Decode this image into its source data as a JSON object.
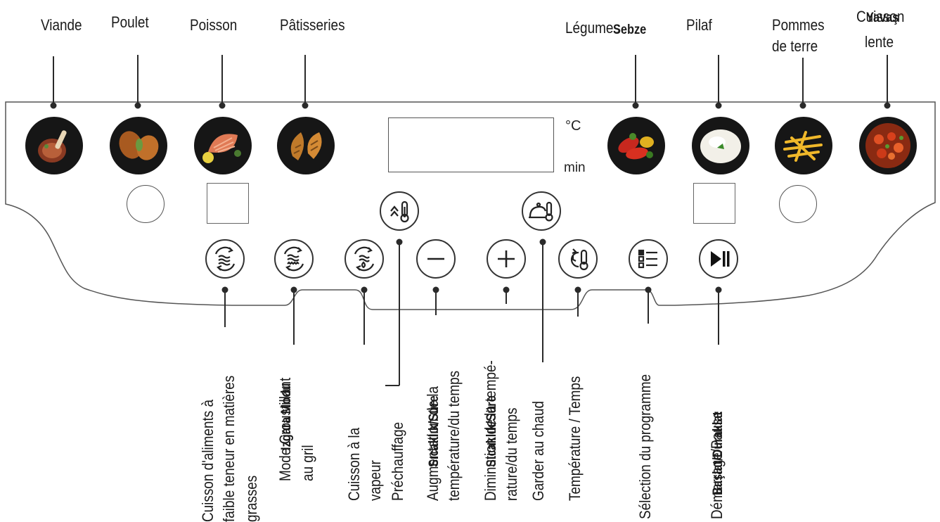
{
  "top_labels": {
    "viande": "Viande",
    "poulet": "Poulet",
    "poisson": "Poisson",
    "patisseries": "Pâtisseries",
    "legumes": "Légumes",
    "legumes_overlay": "Sebze",
    "pilaf": "Pilaf",
    "pommes_l1": "Pommes",
    "pommes_l2": "de terre",
    "cuisson_l1": "Cuisson",
    "cuisson_overlay": "Yavaş",
    "cuisson_l2": "lente"
  },
  "display_units": {
    "temp": "°C",
    "time": "min"
  },
  "bottom_labels": {
    "low_fat_l1": "Cuisson d'aliments à",
    "low_fat_l2": "faible teneur en matières",
    "low_fat_l3": "grasses",
    "grill_l1": "Mode Croustillant",
    "grill_overlay": "Izgara Modu",
    "grill_l2": "au gril",
    "steam_l1": "Cuisson à la",
    "steam_l2": "vapeur",
    "preheat": "Préchauffage",
    "increase_l1": "Augmentation de la",
    "increase_overlay": "Sıcaklık/Süre",
    "increase_l2": "température/du temps",
    "decrease_l1": "Diminution de la tempé-",
    "decrease_overlay": "Sıcaklık/Süre",
    "decrease_l2": "rature/du temps",
    "keep_warm": "Garder au chaud",
    "temp_time": "Température / Temps",
    "program": "Sélection du programme",
    "start_l1": "Démarrage/Pause",
    "start_overlay": "Başlat/Duraklat"
  },
  "colors": {
    "line": "#2a2a2a",
    "outline": "#666666",
    "icon_bg": "#161616"
  },
  "icons": [
    "meat-icon",
    "chicken-icon",
    "fish-icon",
    "pastry-icon",
    "vegetables-icon",
    "rice-icon",
    "fries-icon",
    "stew-icon",
    "preheat-icon",
    "keep-warm-icon",
    "low-fat-icon",
    "grill-mode-icon",
    "steam-icon",
    "minus-icon",
    "plus-icon",
    "temp-time-icon",
    "program-list-icon",
    "play-pause-icon"
  ]
}
